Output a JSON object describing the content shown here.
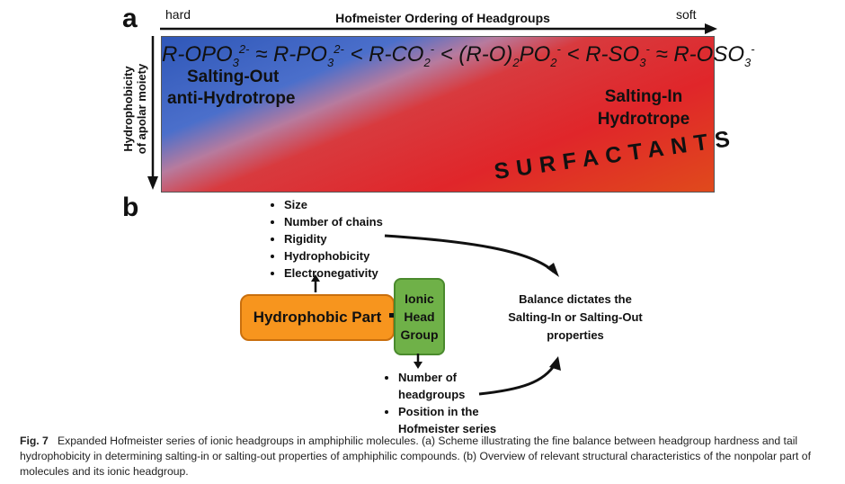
{
  "panel_a": {
    "letter": "a",
    "axis_left": "hard",
    "axis_right": "soft",
    "axis_title": "Hofmeister Ordering of Headgroups",
    "series_text": "R-OPO3 2- ≈ R-PO3 2- < R-CO2 - < (R-O)2PO2 - < R-SO3 - ≈ R-OSO3 -",
    "y_axis_line1": "Hydrophobicity",
    "y_axis_line2": "of apolar moiety",
    "region_out_line1": "Salting-Out",
    "region_out_line2": "anti-Hydrotrope",
    "region_in_line1": "Salting-In",
    "region_in_line2": "Hydrotrope",
    "surfactants": "SURFACTANTS"
  },
  "panel_b": {
    "letter": "b",
    "top_bullets": [
      "Size",
      "Number of chains",
      "Rigidity",
      "Hydrophobicity",
      "Electronegativity"
    ],
    "hydrophobic_box": "Hydrophobic Part",
    "ionic_box_line1": "Ionic",
    "ionic_box_line2": "Head",
    "ionic_box_line3": "Group",
    "bottom_bullets": [
      "Number of headgroups",
      "Position in the Hofmeister series"
    ],
    "balance_line1": "Balance dictates the",
    "balance_line2": "Salting-In or Salting-Out",
    "balance_line3": "properties"
  },
  "caption": {
    "label": "Fig. 7",
    "text": "Expanded Hofmeister series of ionic headgroups in amphiphilic molecules. (a) Scheme illustrating the fine balance between headgroup hardness and tail hydrophobicity in determining salting-in or salting-out properties of amphiphilic compounds. (b) Overview of relevant structural characteristics of the nonpolar part of molecules and its ionic headgroup."
  }
}
